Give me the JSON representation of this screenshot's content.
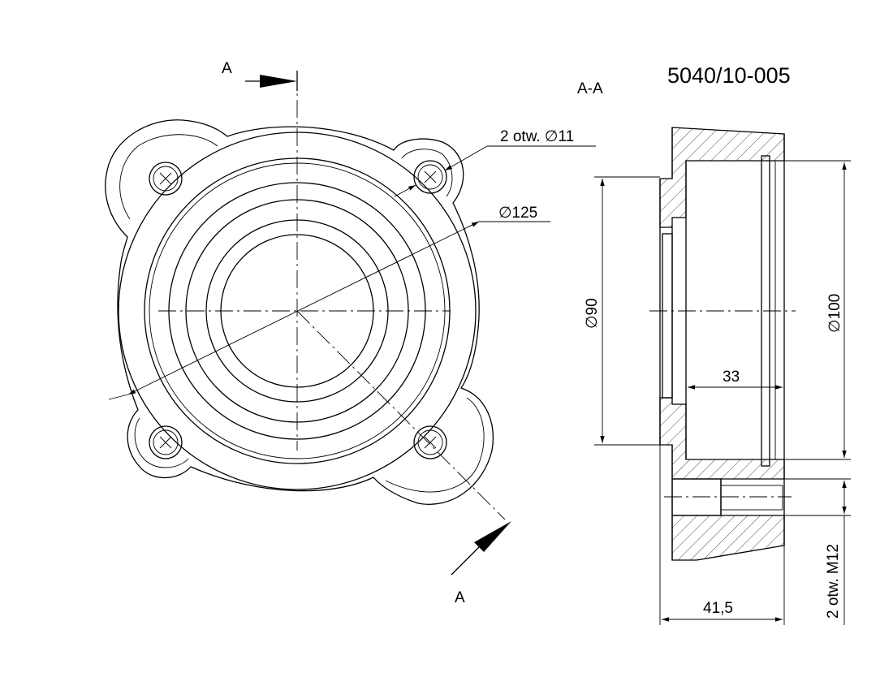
{
  "drawing": {
    "part_number": "5040/10-005",
    "section_title": "A-A",
    "section_mark_top": "A",
    "section_mark_bottom": "A",
    "dims": {
      "holes": "2 otw. ∅11",
      "outer_diameter": "∅125",
      "bore_small": "∅90",
      "bore_large": "∅100",
      "depth": "33",
      "total_length": "41,5",
      "threaded": "2 otw. M12"
    }
  }
}
